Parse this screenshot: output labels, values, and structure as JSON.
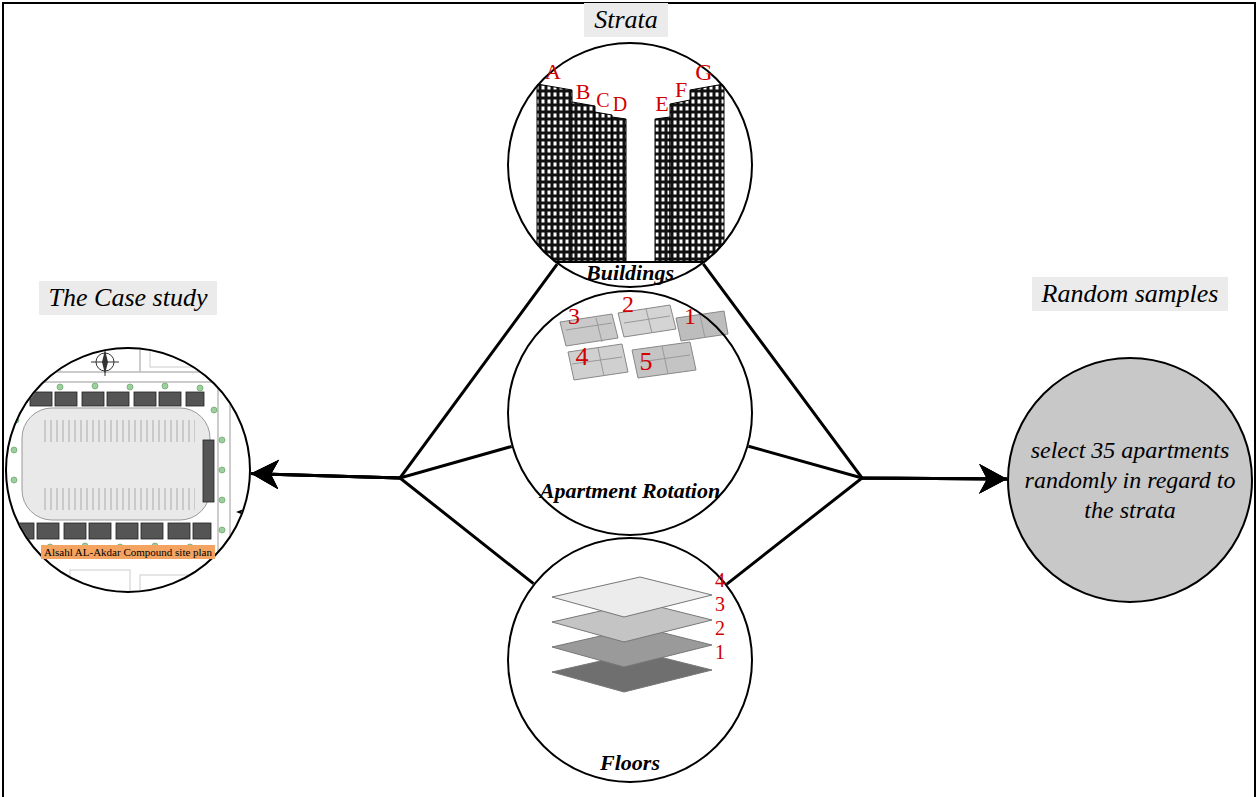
{
  "diagram": {
    "nodes": [
      {
        "text": [
          "The Case study",
          "Alsahl AL-Akdar Compound site plan"
        ]
      },
      {
        "text": [
          "Buildings"
        ]
      },
      {
        "text": [
          "Apartment Rotation"
        ]
      },
      {
        "text": [
          "Floors"
        ]
      },
      {
        "text": [
          "Random samples",
          "select 35 apartments randomly in regard to the strata"
        ]
      }
    ],
    "edges": [
      {
        "from": 1,
        "to": 0,
        "arrow": "to"
      },
      {
        "from": 2,
        "to": 0,
        "arrow": "to"
      },
      {
        "from": 3,
        "to": 0,
        "arrow": "to"
      },
      {
        "from": 1,
        "to": 4,
        "arrow": "to"
      },
      {
        "from": 2,
        "to": 4,
        "arrow": "to"
      },
      {
        "from": 3,
        "to": 4,
        "arrow": "to"
      }
    ],
    "labels": [
      "Strata",
      "A",
      "B",
      "C",
      "D",
      "E",
      "F",
      "G",
      "3",
      "2",
      "1",
      "4",
      "5",
      "4",
      "3",
      "2",
      "1"
    ]
  }
}
